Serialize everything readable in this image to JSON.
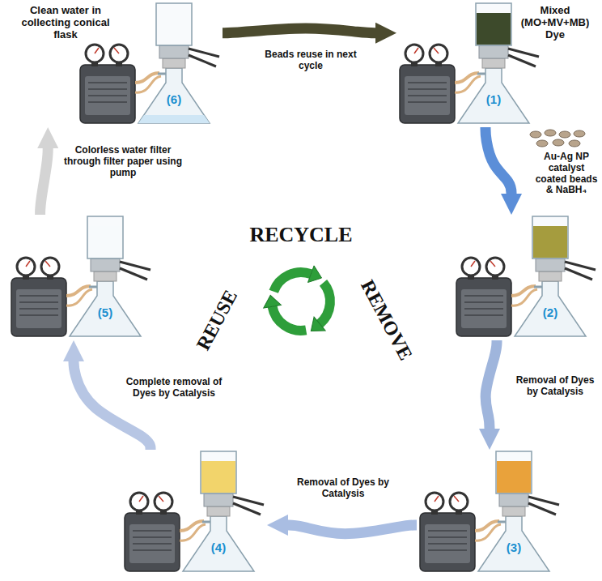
{
  "diagram": {
    "nodes": [
      {
        "text": [
          "Mixed (MO+MV+MB) Dye",
          "(1)"
        ]
      },
      {
        "text": [
          "(2)"
        ]
      },
      {
        "text": [
          "(3)"
        ]
      },
      {
        "text": [
          "(4)"
        ]
      },
      {
        "text": [
          "(5)"
        ]
      },
      {
        "text": [
          "Clean water in collecting conical flask",
          "(6)"
        ]
      }
    ],
    "edges": [
      {
        "from": 0,
        "to": 1,
        "label": "Au-Ag NP catalyst coated beads & NaBH₄",
        "arrow": "to"
      },
      {
        "from": 1,
        "to": 2,
        "label": "Removal of Dyes by Catalysis",
        "arrow": "to"
      },
      {
        "from": 2,
        "to": 3,
        "label": "Removal of Dyes by Catalysis",
        "arrow": "to"
      },
      {
        "from": 3,
        "to": 4,
        "label": "Complete removal of Dyes by Catalysis",
        "arrow": "to"
      },
      {
        "from": 4,
        "to": 5,
        "label": "Colorless water filter through filter paper using pump",
        "arrow": "to"
      },
      {
        "from": 5,
        "to": 0,
        "label": "Beads reuse in next cycle",
        "arrow": "to"
      }
    ],
    "labels": [
      "RECYCLE",
      "REUSE",
      "REMOVE"
    ]
  }
}
